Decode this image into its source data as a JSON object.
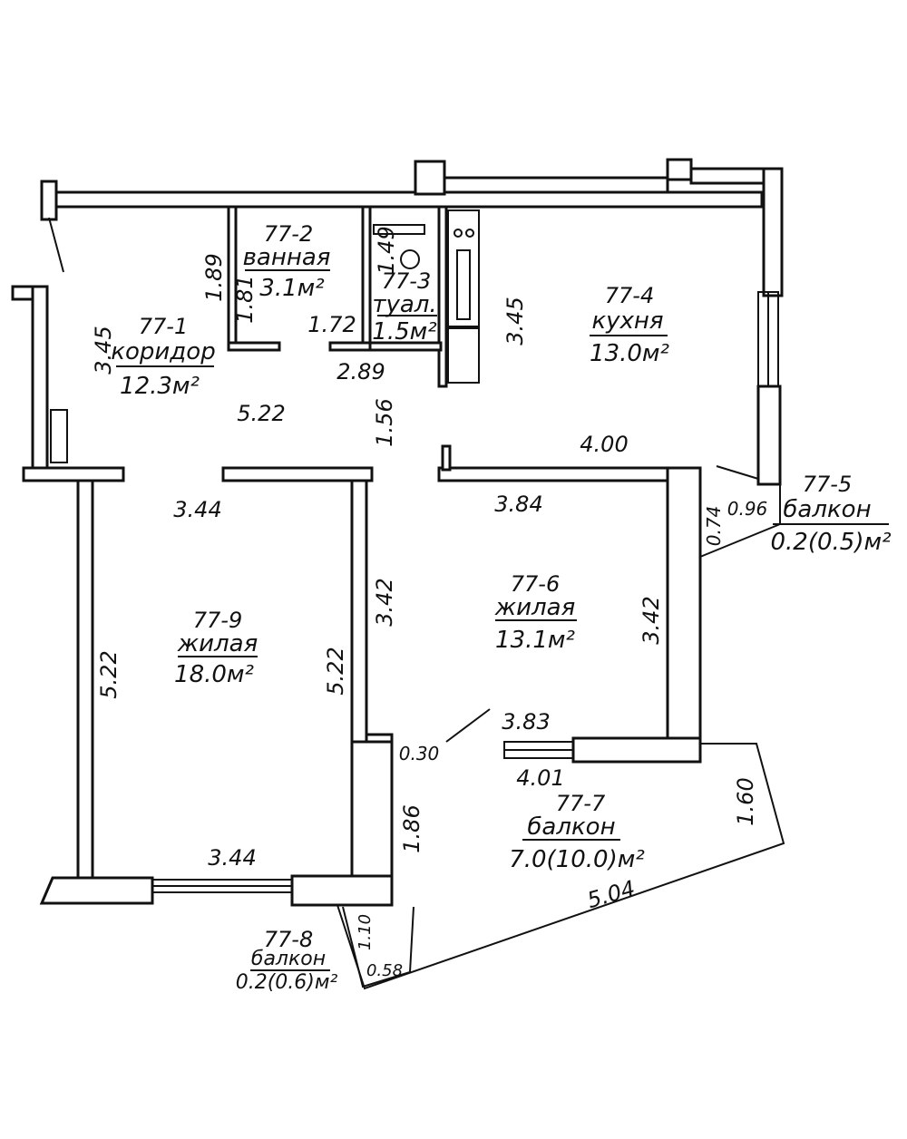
{
  "rooms": {
    "r1": {
      "id": "77-1",
      "name": "коридор",
      "area": "12.3м²"
    },
    "r2": {
      "id": "77-2",
      "name": "ванная",
      "area": "3.1м²"
    },
    "r3": {
      "id": "77-3",
      "name": "туал.",
      "area": "1.5м²"
    },
    "r4": {
      "id": "77-4",
      "name": "кухня",
      "area": "13.0м²"
    },
    "r5": {
      "id": "77-5",
      "name": "балкон",
      "area": "0.2(0.5)м²"
    },
    "r6": {
      "id": "77-6",
      "name": "жилая",
      "area": "13.1м²"
    },
    "r7": {
      "id": "77-7",
      "name": "балкон",
      "area": "7.0(10.0)м²"
    },
    "r8": {
      "id": "77-8",
      "name": "балкон",
      "area": "0.2(0.6)м²"
    },
    "r9": {
      "id": "77-9",
      "name": "жилая",
      "area": "18.0м²"
    }
  },
  "dims": {
    "corr_h": "3.45",
    "bath_h_outer": "1.89",
    "bath_h_inner": "1.81",
    "toilet_h": "1.49",
    "kitchen_h": "3.45",
    "bath_w": "1.72",
    "toilet_w": "2.89",
    "corr_w": "5.22",
    "hall_h": "1.56",
    "kitchen_w": "4.00",
    "r9_w_top": "3.44",
    "r6_w_top": "3.84",
    "b5_h": "0.74",
    "b5_w": "0.96",
    "r6_h_left": "3.42",
    "r6_h_right": "3.42",
    "r9_h_left": "5.22",
    "r9_h_right": "5.22",
    "r6_w_bottom": "3.83",
    "niche_w": "0.30",
    "b7_w_top": "4.01",
    "b7_h_left": "1.86",
    "b7_h_right": "1.60",
    "r9_w_bottom": "3.44",
    "b7_w_bottom": "5.04",
    "b8_h": "1.10",
    "b8_w": "0.58"
  }
}
